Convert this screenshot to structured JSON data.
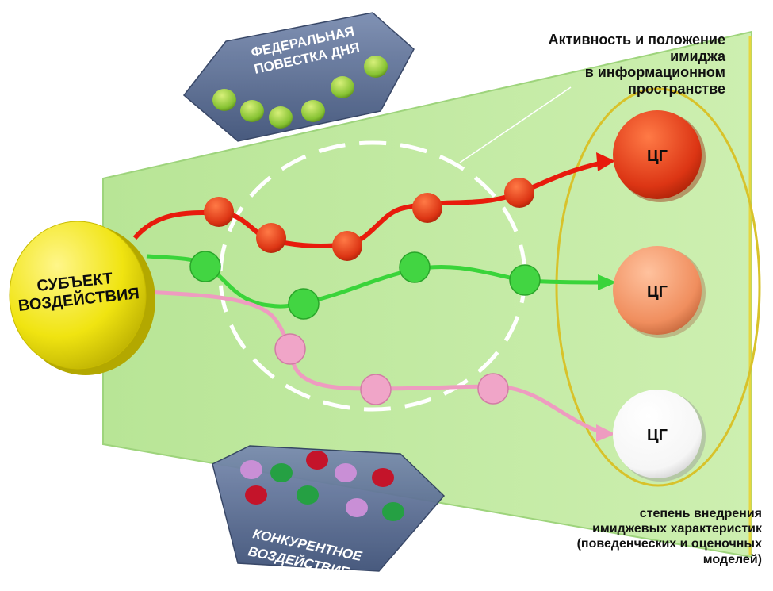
{
  "subject": {
    "line1": "СУБЪЕКТ",
    "line2": "ВОЗДЕЙСТВИЯ"
  },
  "federal_agenda": {
    "line1": "ФЕДЕРАЛЬНАЯ",
    "line2": "ПОВЕСТКА ДНЯ"
  },
  "competing_influence": {
    "line1": "КОНКУРЕНТНОЕ",
    "line2": "ВОЗДЕЙСТВИЕ"
  },
  "targets": [
    {
      "label": "ЦГ",
      "color": "#e0401c"
    },
    {
      "label": "ЦГ",
      "color": "#f29a6c"
    },
    {
      "label": "ЦГ",
      "color": "#ffffff"
    }
  ],
  "top_annotation": {
    "line1": "Активность и положение",
    "line2": "имиджа",
    "line3": "в информационном",
    "line4": "пространстве"
  },
  "bottom_annotation": {
    "line1": "степень внедрения",
    "line2": "имиджевых характеристик",
    "line3": "(поведенческих и оценочных",
    "line4": "моделей)"
  },
  "colors": {
    "panel": "#c3eca4",
    "red_path": "#e81b0c",
    "green_path": "#3ad43a",
    "pink_path": "#ee9cc0",
    "subject": "#f3ea13",
    "ellipse": "#d8c22a",
    "hex": "#5d7096"
  }
}
